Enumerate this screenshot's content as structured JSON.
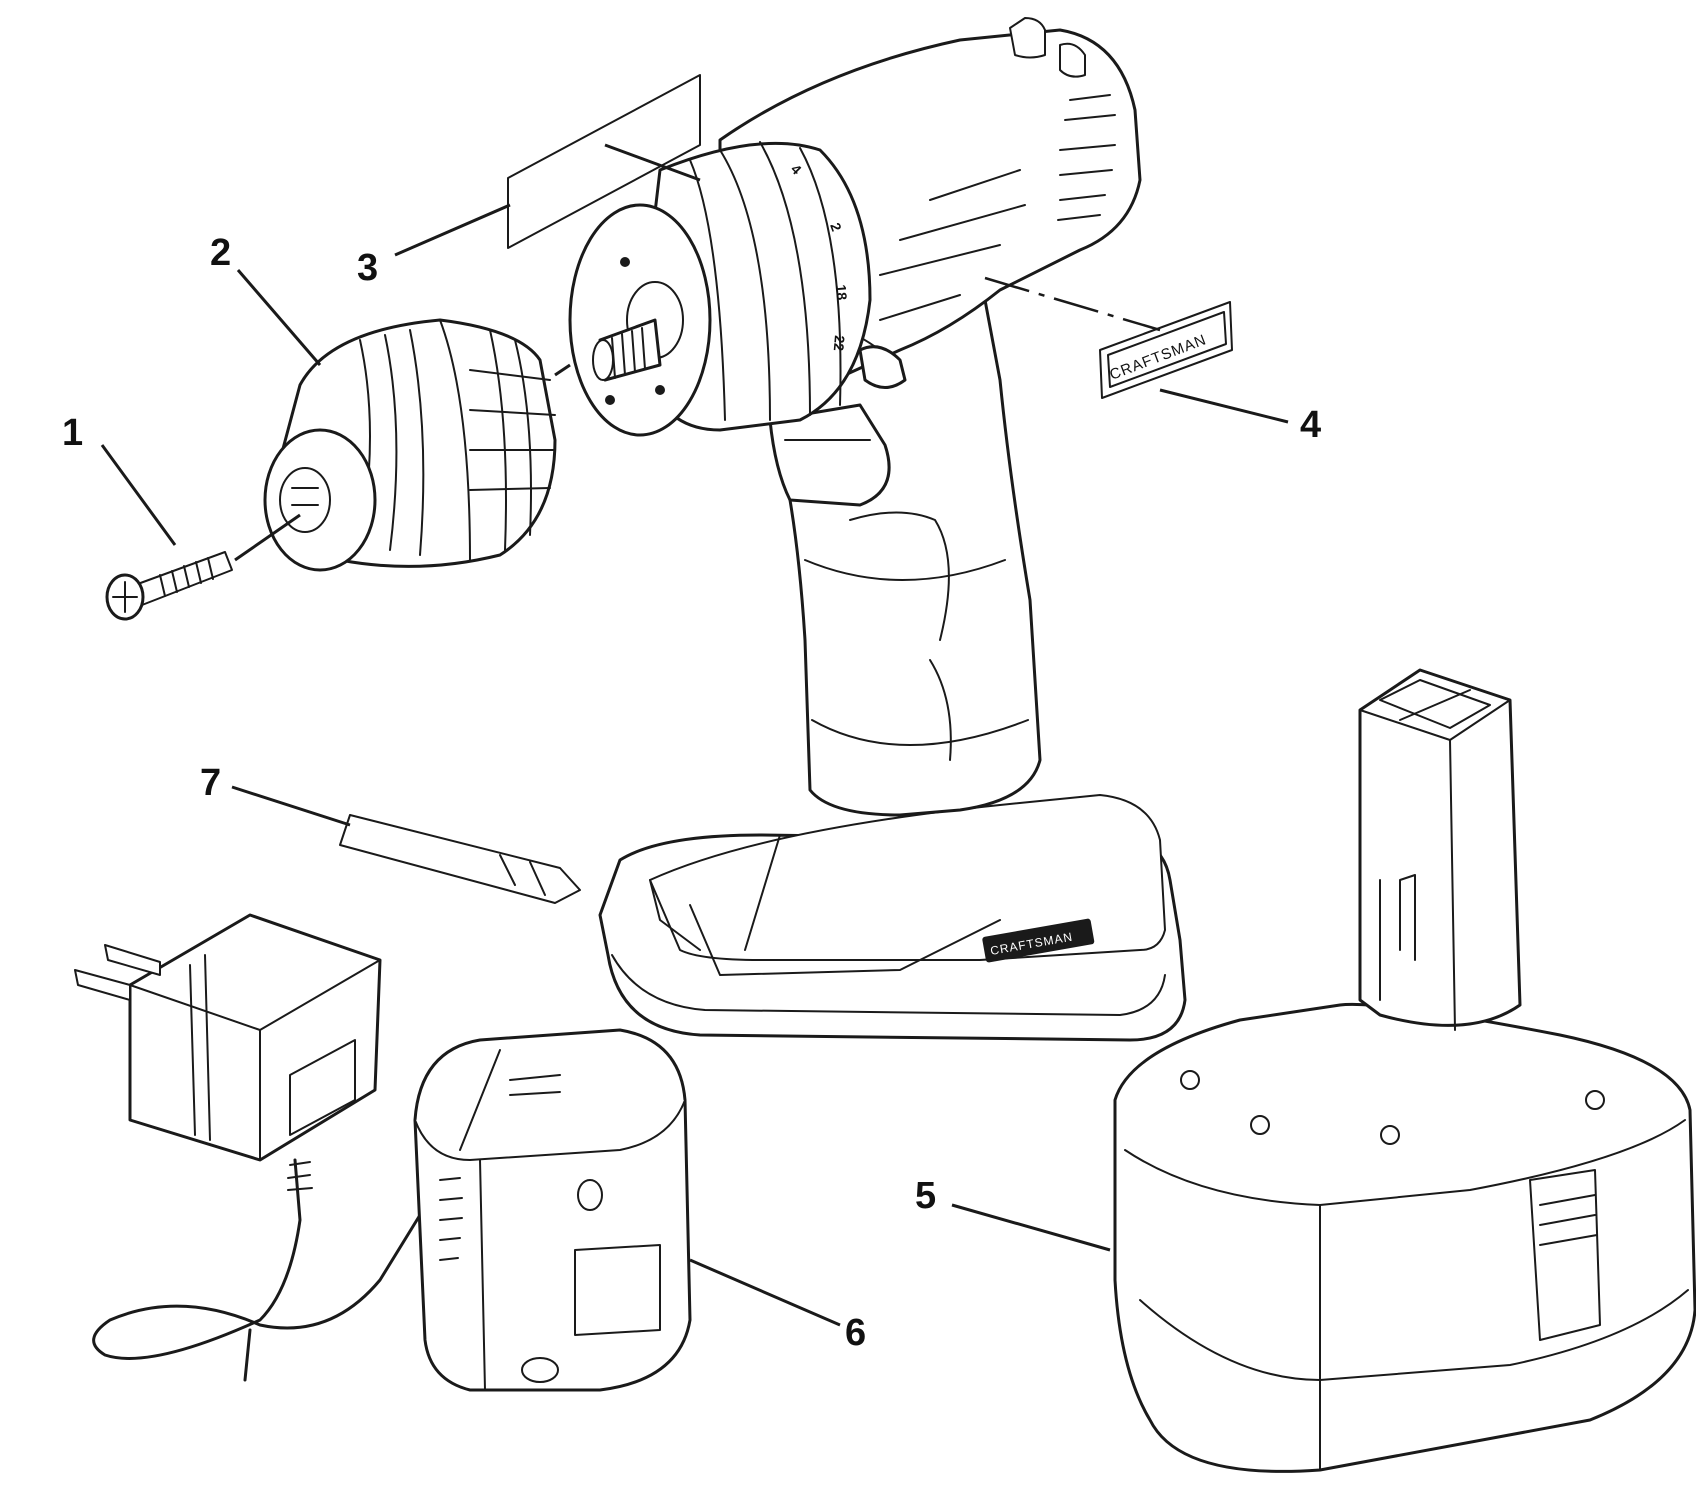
{
  "callouts": [
    {
      "number": "1",
      "part": "screw"
    },
    {
      "number": "2",
      "part": "chuck"
    },
    {
      "number": "3",
      "part": "label"
    },
    {
      "number": "4",
      "part": "nameplate"
    },
    {
      "number": "5",
      "part": "battery-pack"
    },
    {
      "number": "6",
      "part": "charger"
    },
    {
      "number": "7",
      "part": "bit"
    }
  ],
  "branding": {
    "nameplate_text": "CRAFTSMAN",
    "base_logo_text": "CRAFTSMAN"
  },
  "torque_dial": {
    "marks": [
      "2",
      "4",
      "18",
      "22"
    ]
  },
  "colors": {
    "line": "#1a1a1a",
    "background": "#ffffff"
  }
}
